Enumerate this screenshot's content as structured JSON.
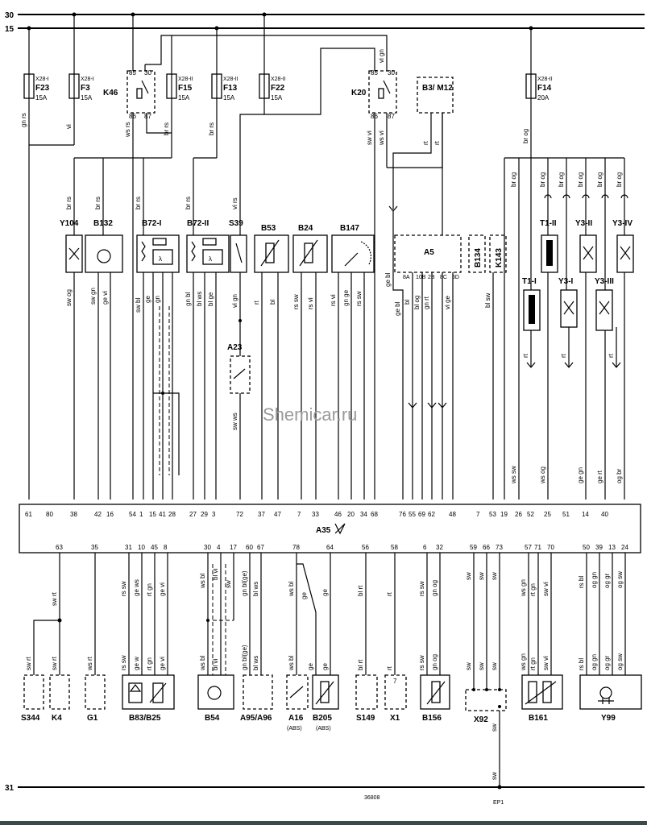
{
  "rails": {
    "r30": "30",
    "r15": "15",
    "r31": "31"
  },
  "fuses": [
    {
      "ref": "X28-I",
      "name": "F23",
      "rating": "15A",
      "wire": "gn rs"
    },
    {
      "ref": "X28-I",
      "name": "F3",
      "rating": "15A",
      "wire": "vi"
    },
    {
      "ref": "X28-II",
      "name": "F15",
      "rating": "15A",
      "wire": "br rs"
    },
    {
      "ref": "X28-II",
      "name": "F13",
      "rating": "15A",
      "wire": "br rs"
    },
    {
      "ref": "X28-II",
      "name": "F22",
      "rating": "15A",
      "wire": "vi rs"
    },
    {
      "ref": "X28-II",
      "name": "F14",
      "rating": "20A",
      "wire": "br og"
    }
  ],
  "relays": [
    {
      "name": "K46",
      "pins": [
        "85",
        "30",
        "86",
        "87"
      ],
      "wire": "ws rs"
    },
    {
      "name": "K20",
      "pins": [
        "85",
        "30",
        "86",
        "87"
      ],
      "wire1": "sw vi",
      "wire2": "ws vi",
      "top_wire": "vi gn"
    }
  ],
  "b3": {
    "name": "B3/ M12",
    "wire": "rt"
  },
  "upper_components": {
    "y104": "Y104",
    "b132": "B132",
    "b72i": "B72-I",
    "b72ii": "B72-II",
    "s39": "S39",
    "b53": "B53",
    "b24": "B24",
    "b147": "B147",
    "a5": "A5",
    "b134": "B134",
    "k143": "K143",
    "t1ii": "T1-II",
    "y3ii": "Y3-II",
    "y3iv": "Y3-IV",
    "t1i": "T1-I",
    "y3i": "Y3-I",
    "y3iii": "Y3-III",
    "a23": "A23"
  },
  "wire_labels": {
    "br_rs": "br rs",
    "br_og": "br og",
    "sw_og": "sw og",
    "sw_gn": "sw gn",
    "ge_vi": "ge vi",
    "sw_bl": "sw bl",
    "ge": "ge",
    "gn": "gn",
    "gn_bl": "gn bl",
    "bl_ws": "bl ws",
    "bl_ge": "bl ge",
    "vi_gn": "vi gn",
    "sw_ws": "sw ws",
    "rt": "rt",
    "bl": "bl",
    "rs_sw": "rs sw",
    "rs_vi": "rs vi",
    "gn_ge": "gn ge",
    "ge_bl": "ge bl",
    "gn_rt": "gn rt",
    "bl_og": "bl og",
    "vi_ge": "vi ge",
    "bl_sw": "bl sw",
    "ws_sw": "ws sw",
    "ws_og": "ws og",
    "ge_gn": "ge gn",
    "ge_rt": "ge rt",
    "og_br": "og br",
    "gn_rs": "gn rs",
    "vi": "vi",
    "ws_rs": "ws rs",
    "sw_vi": "sw vi",
    "vi_rs": "vi rs",
    "sw_rt": "sw rt",
    "ws_rt": "ws rt",
    "ge_ws": "ge ws",
    "rt_gn": "rt gn",
    "ws_bl": "ws bl",
    "bl_vi": "bl vi",
    "gn_bl_ge": "gn bl(ge)",
    "bl_rt": "bl rt",
    "gn_og": "gn og",
    "sw": "sw",
    "ws_gn": "ws gn",
    "sw_vi2": "sw vi",
    "rs_bl": "rs bl",
    "og_gn": "og gn",
    "og_gr": "og gr",
    "og_sw": "og sw",
    "rt_gn2": "rt gn",
    "ge_w": "ge w"
  },
  "a35": {
    "name": "A35",
    "top_pins": [
      "61",
      "80",
      "38",
      "42",
      "16",
      "54",
      "1",
      "15",
      "41",
      "28",
      "27",
      "29",
      "3",
      "72",
      "37",
      "47",
      "7",
      "33",
      "46",
      "20",
      "34",
      "68",
      "76",
      "55",
      "69",
      "62",
      "48",
      "7",
      "53",
      "19",
      "26",
      "52",
      "25",
      "51",
      "14",
      "40"
    ],
    "bottom_pins": [
      "63",
      "35",
      "31",
      "10",
      "45",
      "8",
      "30",
      "4",
      "17",
      "60",
      "67",
      "78",
      "64",
      "56",
      "58",
      "6",
      "32",
      "59",
      "66",
      "73",
      "57",
      "71",
      "70",
      "50",
      "39",
      "13",
      "24"
    ]
  },
  "a5_pins": [
    "8A",
    "10B",
    "2B",
    "8C",
    "5D"
  ],
  "lower_components": [
    {
      "name": "S344"
    },
    {
      "name": "K4"
    },
    {
      "name": "G1"
    },
    {
      "name": "B83/B25"
    },
    {
      "name": "B54"
    },
    {
      "name": "A95/A96"
    },
    {
      "name": "A16",
      "sub": "(ABS)"
    },
    {
      "name": "B205",
      "sub": "(ABS)"
    },
    {
      "name": "S149"
    },
    {
      "name": "X1"
    },
    {
      "name": "B156"
    },
    {
      "name": "X92"
    },
    {
      "name": "B161"
    },
    {
      "name": "Y99"
    }
  ],
  "footer": {
    "code": "36808",
    "ground": "EP1"
  },
  "watermark": "Shemicar.ru"
}
